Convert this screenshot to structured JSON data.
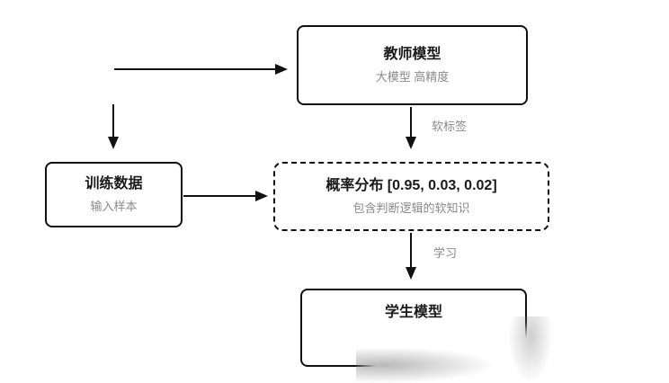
{
  "colors": {
    "background": "#ffffff",
    "line": "#111111",
    "node_title_text": "#1a1a1a",
    "muted_text": "#8a8a8a"
  },
  "nodes": {
    "teacher": {
      "title": "教师模型",
      "subtitle": "大模型 高精度"
    },
    "training": {
      "title": "训练数据",
      "subtitle": "输入样本"
    },
    "probability": {
      "title": "概率分布 [0.95, 0.03, 0.02]",
      "subtitle": "包含判断逻辑的软知识"
    },
    "student": {
      "title": "学生模型"
    }
  },
  "edge_labels": {
    "soft_label": "软标签",
    "learning": "学习"
  }
}
